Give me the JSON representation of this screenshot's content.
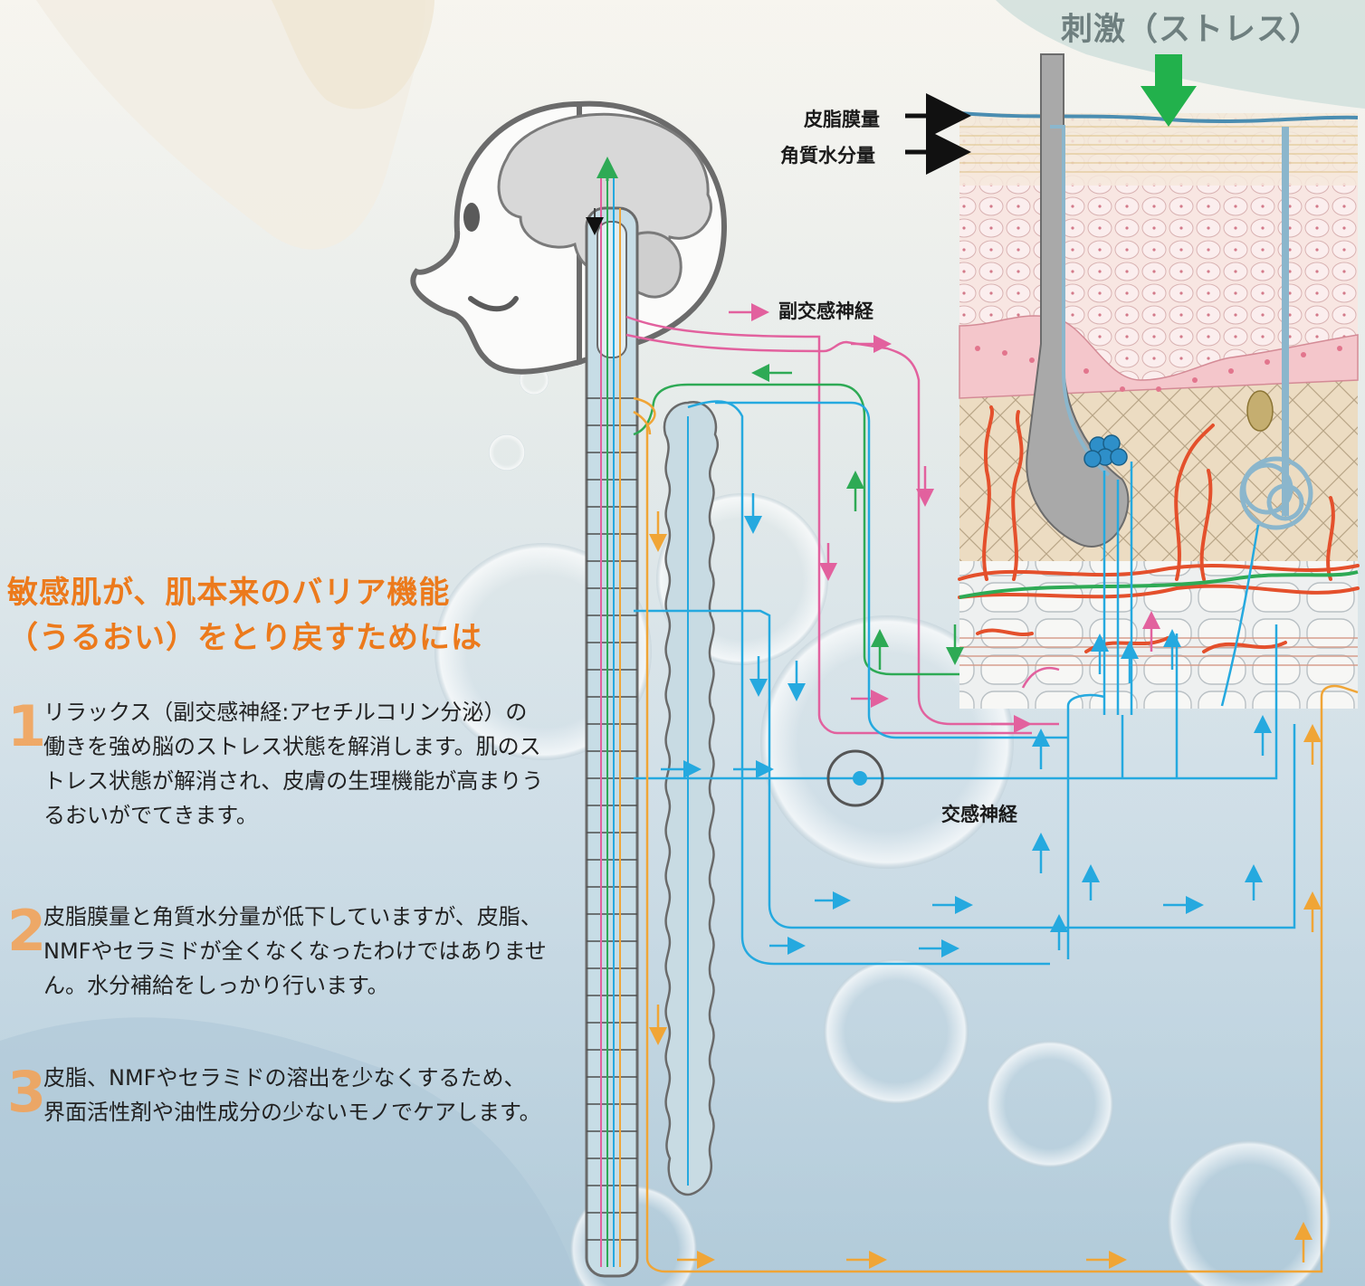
{
  "heading": {
    "line1": "敏感肌が、肌本来のバリア機能",
    "line2": "（うるおい）をとり戻すためには"
  },
  "points": [
    {
      "num": "1",
      "text": "リラックス（副交感神経:アセチルコリン分泌）の働きを強め脳のストレス状態を解消します。肌のストレス状態が解消され、皮膚の生理機能が高まりうるおいがでてきます。"
    },
    {
      "num": "2",
      "text": "皮脂膜量と角質水分量が低下していますが、皮脂、NMFやセラミドが全くなくなったわけではありません。水分補給をしっかり行います。"
    },
    {
      "num": "3",
      "text": "皮脂、NMFやセラミドの溶出を少なくするため、界面活性剤や油性成分の少ないモノでケアします。"
    }
  ],
  "diagram": {
    "stress": "刺激（ストレス）",
    "sebum": "皮脂膜量",
    "moisture": "角質水分量",
    "parasympathetic": "副交感神経",
    "sympathetic": "交感神経"
  },
  "colors": {
    "heading": "#ec7a1c",
    "number": "#f2a35a",
    "parasympathetic_pink": "#e2619e",
    "green": "#2eaa55",
    "sympathetic_blue": "#25a9df",
    "orange": "#f0a536",
    "stress_arrow": "#22b14c",
    "capillary_red": "#e4502c"
  }
}
